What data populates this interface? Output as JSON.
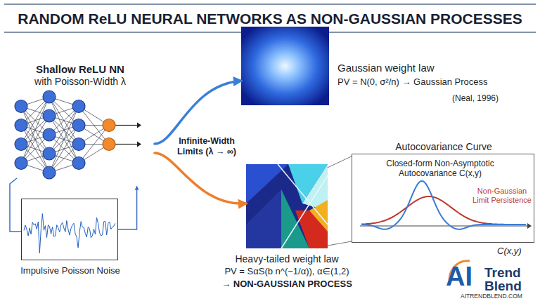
{
  "diagram": {
    "title": "RANDOM ReLU NEURAL NETWORKS AS NON-GAUSSIAN PROCESSES",
    "nodes": [
      {
        "text": [
          "Shallow ReLU NN",
          "with Poisson-Width λ"
        ]
      },
      {
        "text": [
          "Impulsive Poisson Noise"
        ]
      },
      {
        "text": [
          "Gaussian weight law",
          "PV = N(0, σ²/n) → Gaussian Process",
          "(Neal, 1996)"
        ]
      },
      {
        "text": [
          "Heavy-tailed weight law",
          "PV = SαS(b n^(−1/α)), α∈(1,2)",
          "→ NON-GAUSSIAN PROCESS"
        ]
      },
      {
        "text": [
          "Autocovariance Curve",
          "Closed-form Non-Asymptotic Autocovariance C(x,y)",
          "Non-Gaussian Limit Persistence",
          "C(x,y)"
        ]
      }
    ],
    "edges": [
      {
        "from": 0,
        "to": 2,
        "arrow": "to"
      },
      {
        "from": 0,
        "to": 3,
        "arrow": "to"
      },
      {
        "from": 1,
        "to": 0,
        "arrow": "to"
      },
      {
        "from": 3,
        "to": 4,
        "arrow": "none"
      }
    ],
    "labels": [
      "Infinite-Width Limits (λ → ∞)",
      "AI",
      "Trend",
      "Blend",
      "AITRENDBLEND.COM"
    ]
  }
}
